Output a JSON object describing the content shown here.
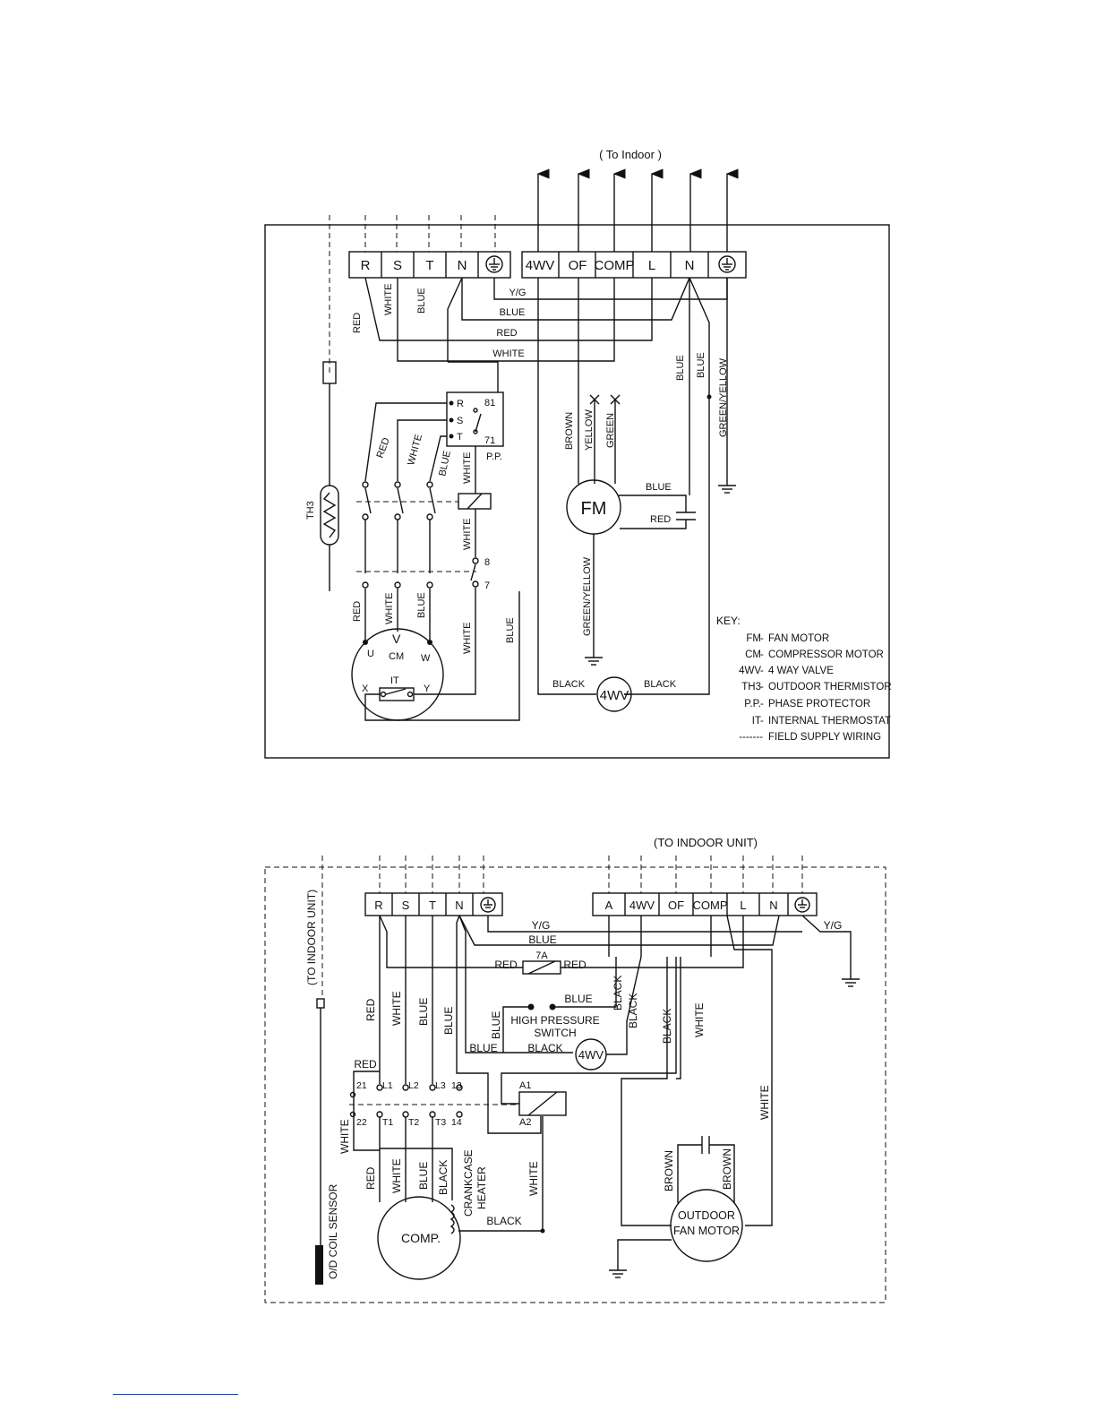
{
  "diagram1": {
    "to_indoor": "( To Indoor )",
    "terminals_left": [
      "R",
      "S",
      "T",
      "N"
    ],
    "terminals_right": [
      "4WV",
      "OF",
      "COMP",
      "L",
      "N"
    ],
    "wires": {
      "yg": "Y/G",
      "blue": "BLUE",
      "red": "RED",
      "white": "WHITE",
      "green_yellow": "GREEN/YELLOW",
      "brown": "BROWN",
      "yellow": "YELLOW",
      "green": "GREEN",
      "black": "BLACK"
    },
    "components": {
      "fm": "FM",
      "fourwv": "4WV",
      "cm": "CM",
      "it": "IT",
      "th3": "TH3",
      "pp": "P.P.",
      "pp_r": "R",
      "pp_s": "S",
      "pp_t": "T",
      "pp_81": "81",
      "pp_71": "71",
      "relay_8": "8",
      "relay_7": "7",
      "u": "U",
      "v": "V",
      "w": "W",
      "x": "X",
      "y": "Y"
    },
    "key_title": "KEY:",
    "key": [
      {
        "code": "FM",
        "sep": "-",
        "desc": "FAN MOTOR"
      },
      {
        "code": "CM",
        "sep": "-",
        "desc": "COMPRESSOR MOTOR"
      },
      {
        "code": "4WV",
        "sep": "-",
        "desc": "4 WAY VALVE"
      },
      {
        "code": "TH3",
        "sep": "-",
        "desc": "OUTDOOR THERMISTOR"
      },
      {
        "code": "P.P.",
        "sep": "-",
        "desc": "PHASE PROTECTOR"
      },
      {
        "code": "IT",
        "sep": "-",
        "desc": "INTERNAL THERMOSTAT"
      },
      {
        "code": "-------",
        "sep": "",
        "desc": "FIELD SUPPLY WIRING"
      }
    ]
  },
  "diagram2": {
    "to_indoor_unit": "(TO INDOOR UNIT)",
    "to_indoor_unit_side": "(TO INDOOR UNIT)",
    "terminals_left": [
      "R",
      "S",
      "T",
      "N"
    ],
    "terminals_right": [
      "A",
      "4WV",
      "OF",
      "COMP",
      "L",
      "N"
    ],
    "wires": {
      "yg": "Y/G",
      "blue": "BLUE",
      "red": "RED",
      "white": "WHITE",
      "black": "BLACK",
      "brown": "BROWN"
    },
    "components": {
      "fuse": "7A",
      "hps_line1": "HIGH PRESSURE",
      "hps_line2": "SWITCH",
      "fourwv": "4WV",
      "a1": "A1",
      "a2": "A2",
      "comp": "COMP.",
      "crankcase1": "CRANKCASE",
      "crankcase2": "HEATER",
      "fan1": "OUTDOOR",
      "fan2": "FAN MOTOR",
      "sensor": "O/D COIL SENSOR",
      "c21": "21",
      "c22": "22",
      "l1": "L1",
      "l2": "L2",
      "l3": "L3",
      "c13": "13",
      "t1": "T1",
      "t2": "T2",
      "t3": "T3",
      "c14": "14"
    }
  }
}
